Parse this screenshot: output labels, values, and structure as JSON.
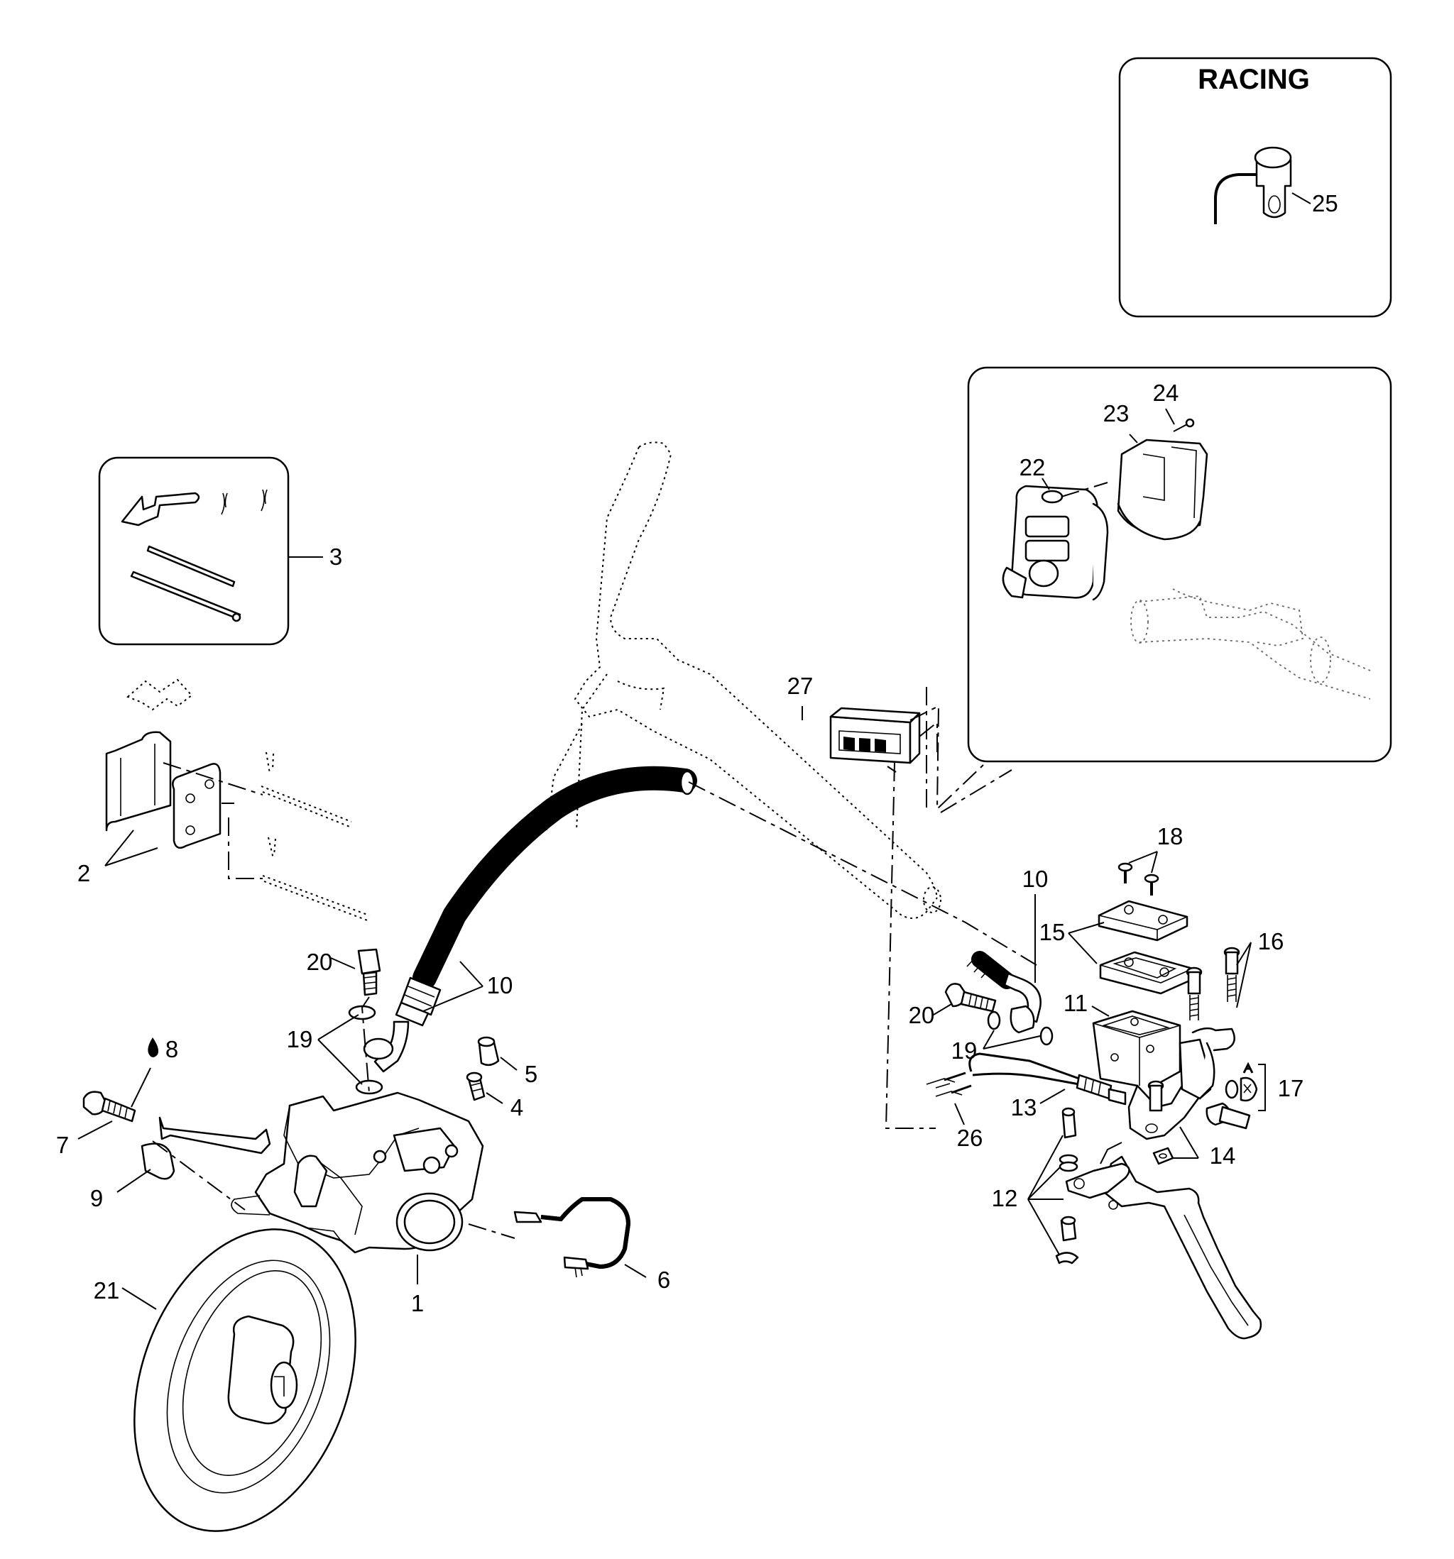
{
  "insets": {
    "racing_title": "RACING"
  },
  "callouts": {
    "c1": "1",
    "c2": "2",
    "c3": "3",
    "c4": "4",
    "c5": "5",
    "c6": "6",
    "c7": "7",
    "c8": "8",
    "c9": "9",
    "c10a": "10",
    "c10b": "10",
    "c11": "11",
    "c12": "12",
    "c13": "13",
    "c14": "14",
    "c15": "15",
    "c16": "16",
    "c17": "17",
    "c18": "18",
    "c19a": "19",
    "c19b": "19",
    "c20a": "20",
    "c20b": "20",
    "c21": "21",
    "c22": "22",
    "c23": "23",
    "c24": "24",
    "c25": "25",
    "c26": "26",
    "c27": "27"
  },
  "icons": {
    "fluid_drop": "drop-icon",
    "grease_symbol": "grease-icon"
  },
  "colors": {
    "ink": "#000000",
    "background": "#ffffff"
  }
}
